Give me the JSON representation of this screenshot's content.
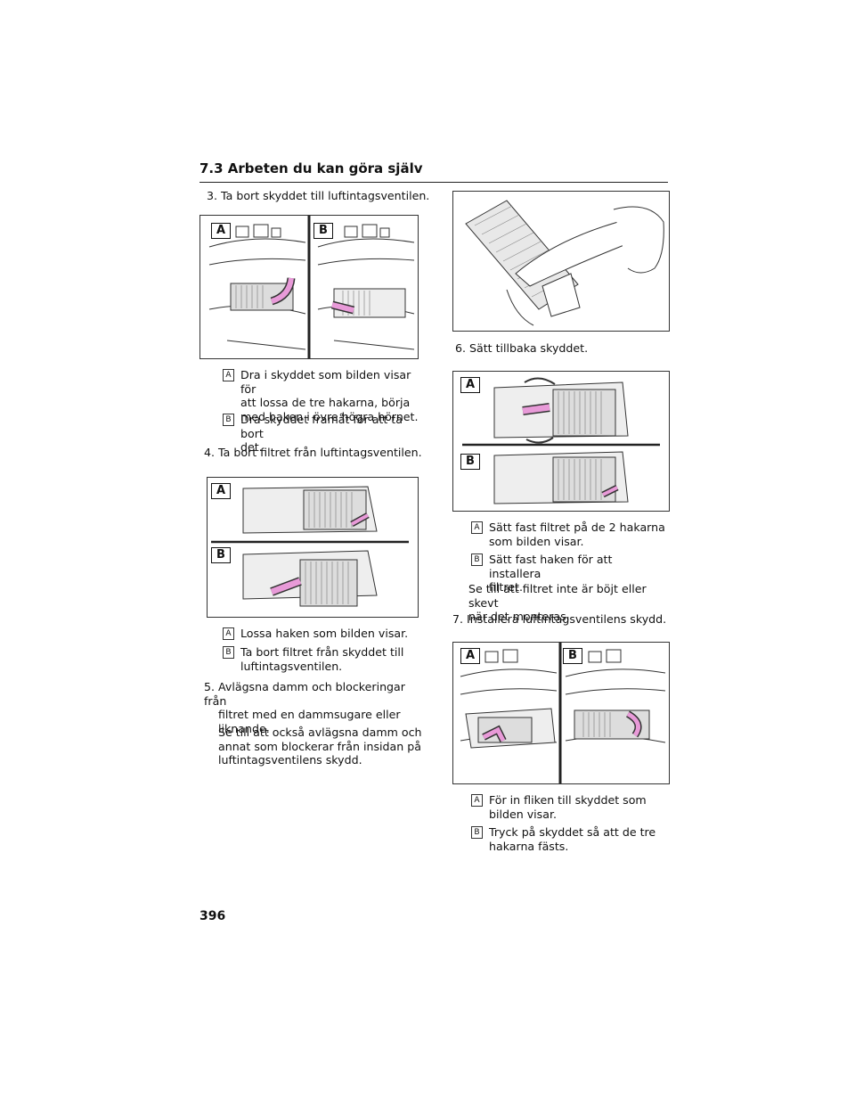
{
  "header": {
    "title": "7.3  Arbeten du kan göra själv"
  },
  "left": {
    "step3": "3. Ta bort skyddet till luftintagsventilen.",
    "step3_a": [
      "Dra i skyddet som bilden visar för",
      "att lossa de tre hakarna, börja",
      "med haken i övre högra hörnet."
    ],
    "step3_b": [
      "Dra skyddet framåt för att ta bort",
      "det."
    ],
    "step4": "4. Ta bort filtret från luftintagsventilen.",
    "step4_a": [
      "Lossa haken som bilden visar."
    ],
    "step4_b": [
      "Ta bort filtret från skyddet till",
      "luftintagsventilen."
    ],
    "step5": [
      "5. Avlägsna damm och blockeringar från",
      "filtret med en dammsugare eller",
      "liknande."
    ],
    "step5_note": [
      "Se till att också avlägsna damm och",
      "annat som blockerar från insidan på",
      "luftintagsventilens skydd."
    ]
  },
  "right": {
    "step6": "6. Sätt tillbaka skyddet.",
    "step6_a": [
      "Sätt fast filtret på de 2 hakarna",
      "som bilden visar."
    ],
    "step6_b": [
      "Sätt fast haken för att installera",
      "filtret."
    ],
    "step6_note": [
      "Se till att filtret inte är böjt eller skevt",
      "när det monteras."
    ],
    "step7": "7. Installera luftintagsventilens skydd.",
    "step7_a": [
      "För in fliken till skyddet som",
      "bilden visar."
    ],
    "step7_b": [
      "Tryck på skyddet så att de tre",
      "hakarna fästs."
    ]
  },
  "labels": {
    "a": "A",
    "b": "B"
  },
  "page_number": "396",
  "colors": {
    "arrow": "#e89ad8",
    "line": "#222222"
  }
}
